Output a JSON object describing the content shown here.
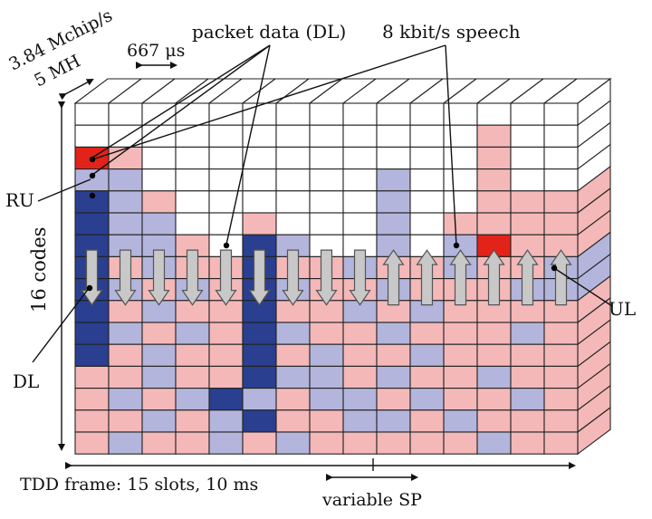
{
  "title": "",
  "labels": {
    "chip_rate": "3.84 Mchip/s",
    "bandwidth": "5 MH",
    "slot_duration": "667 μs",
    "packet_data": "packet data (DL)",
    "speech": "8 kbit/s speech",
    "ru": "RU",
    "codes": "16 codes",
    "dl": "DL",
    "ul": "UL",
    "frame": "TDD frame: 15 slots, 10 ms",
    "switch_point": "variable SP"
  },
  "grid": {
    "slots": 15,
    "codes": 16,
    "rows": [
      "WWWWWWWWWWWWWWW",
      "WWWWWWWWWWWWPWW",
      "RPWWWWWWWWWWPWW",
      "LLWWWWWWWLWWPWW",
      "DLPWWWWWWLWWPPP",
      "DLLWWPWWWLWPPPP",
      "DLLPWDLWWLWLRPP",
      "DPLPPDPPLPPLPPL",
      "DLPLPDLPPLPPPLL",
      "DPLPPDPPLPLPPPP",
      "DLPLPDLPPLPPPLP",
      "DPLPPDPLPPLPPPP",
      "PPLPPDLLPLPPLPP",
      "PLPLDLPLLPLPPLP",
      "PPLPLDPPLLPLPPP",
      "PLPPLPLPPPPPLPP"
    ],
    "colors": {
      "W": "#ffffff",
      "P": "#f4b8b8",
      "L": "#b3b5dc",
      "D": "#2a3f8f",
      "R": "#e2231a"
    },
    "slot_directions": [
      "down",
      "down",
      "down",
      "down",
      "down",
      "down",
      "down",
      "down",
      "down",
      "up",
      "up",
      "up",
      "up",
      "up",
      "up"
    ]
  },
  "colors": {
    "line": "#222222",
    "arrow_fill": "#c8c8c8",
    "arrow_stroke": "#555555",
    "marker": "#000000"
  }
}
